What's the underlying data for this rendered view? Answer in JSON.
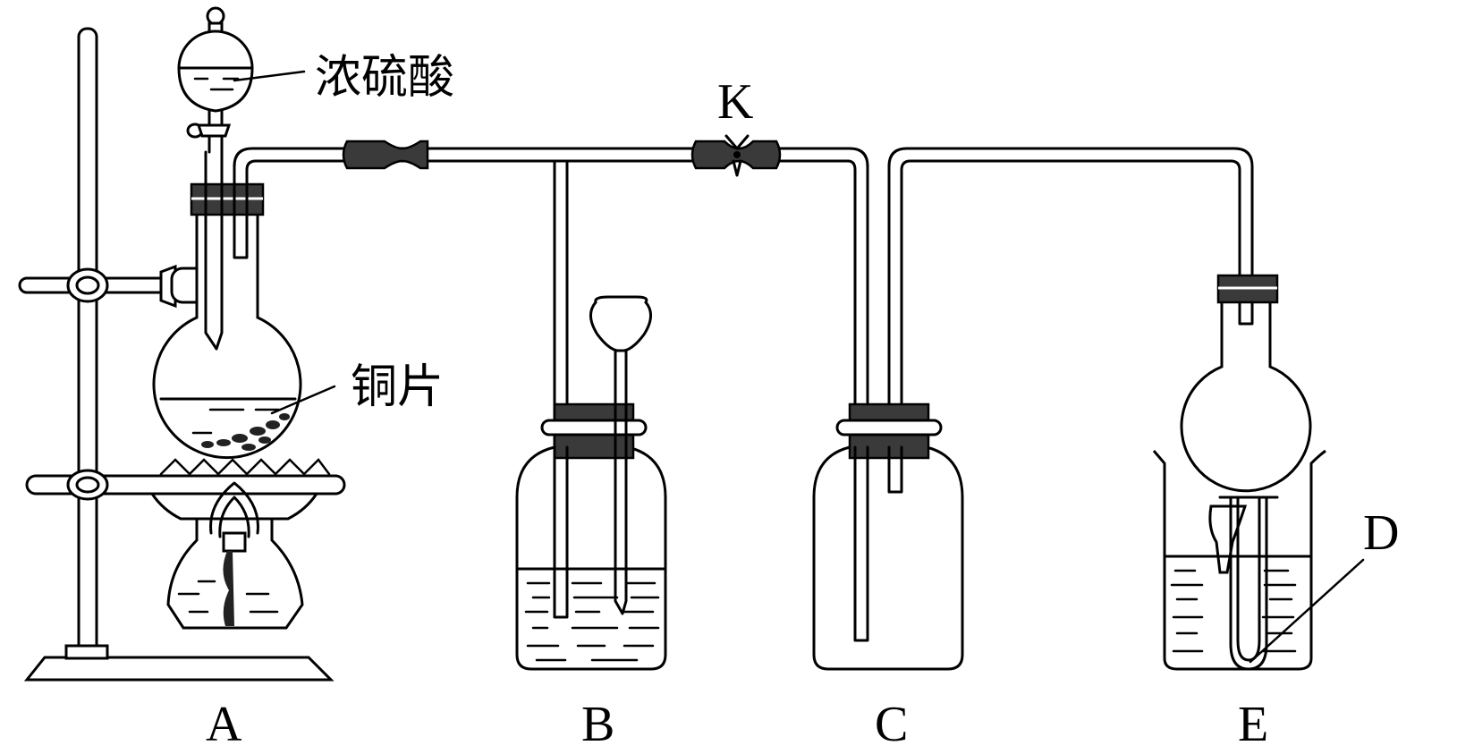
{
  "labels": {
    "acid": "浓硫酸",
    "copper": "铜片",
    "clamp_k": "K",
    "d": "D",
    "a": "A",
    "b": "B",
    "c": "C",
    "e": "E"
  },
  "colors": {
    "line": "#000000",
    "rubber": "#3a3a3a",
    "background": "#ffffff"
  }
}
